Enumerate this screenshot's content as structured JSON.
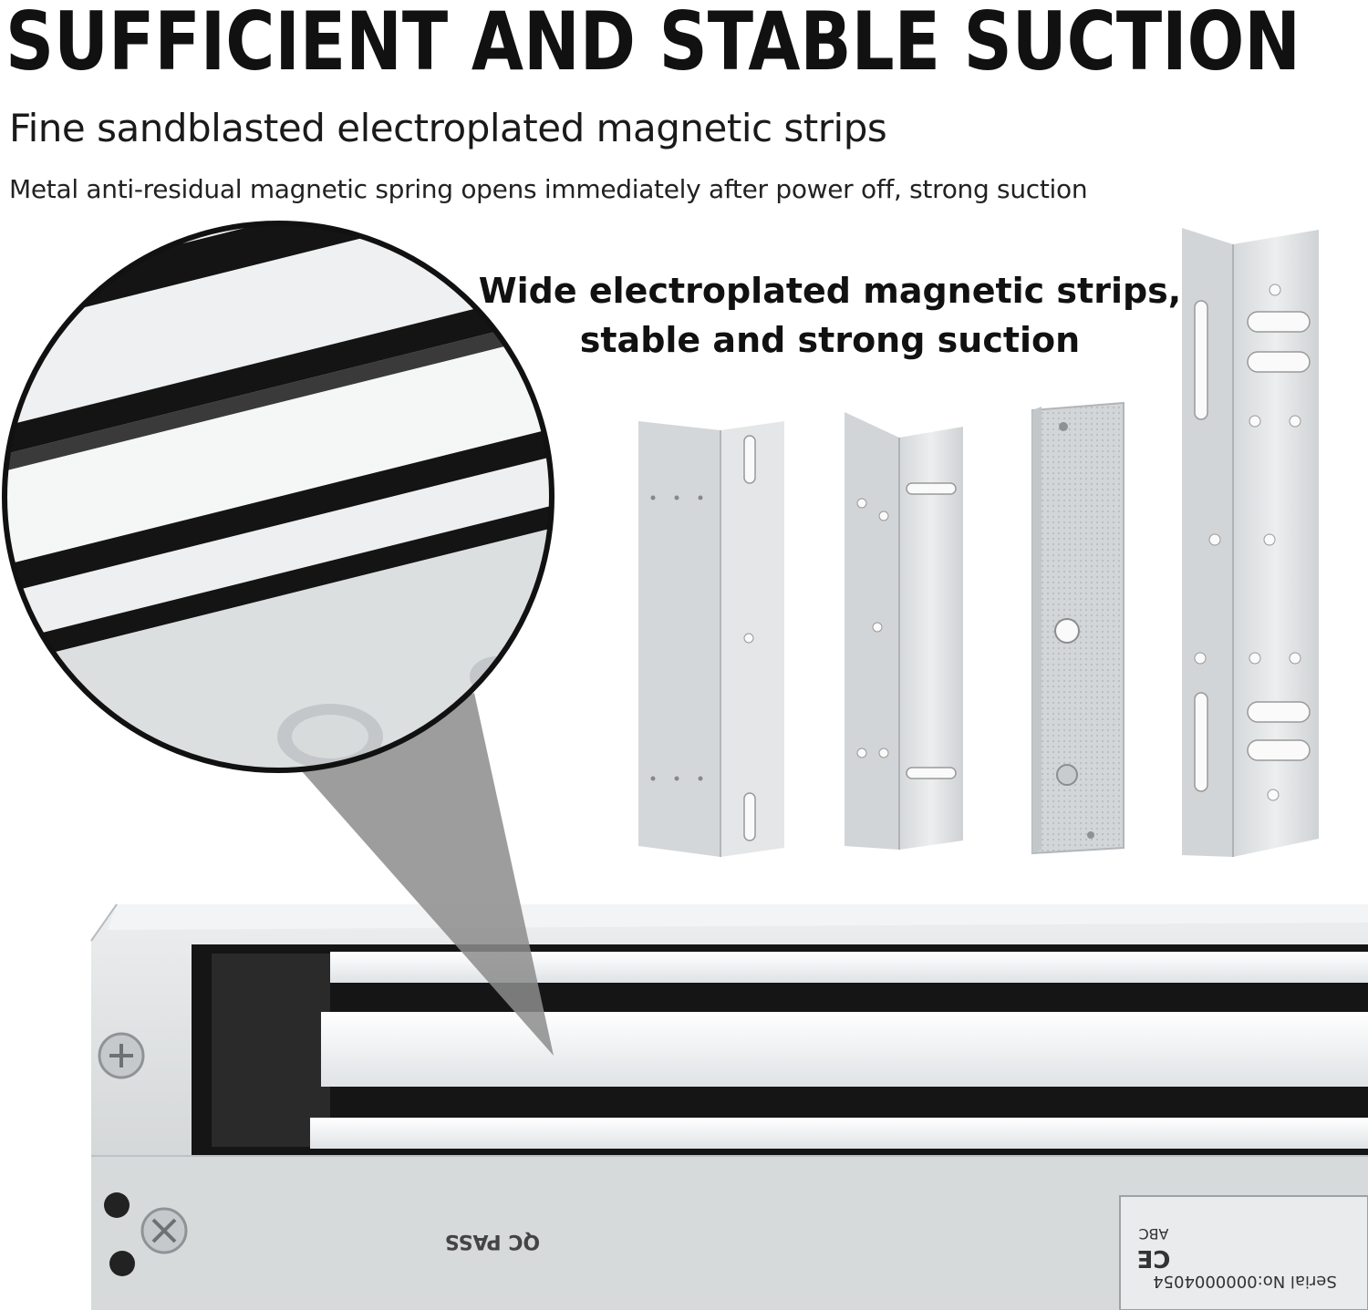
{
  "headline": "SUFFICIENT AND STABLE SUCTION",
  "subhead": "Fine sandblasted electroplated magnetic strips",
  "description": "Metal anti-residual magnetic spring opens immediately after power off, strong suction",
  "callout": {
    "line1": "Wide electroplated magnetic strips,",
    "line2": "stable and strong suction"
  },
  "lock_markings": {
    "qc_label": "QC PASS",
    "ce_mark": "CE",
    "abc_label": "ABC",
    "serial_label": "Serial No:0000004054"
  },
  "colors": {
    "aluminum": "#dfe1e2",
    "magnet_strip": "#f2f4f5",
    "rubber": "#151515",
    "zoom_cone": "#8c8c8c"
  }
}
